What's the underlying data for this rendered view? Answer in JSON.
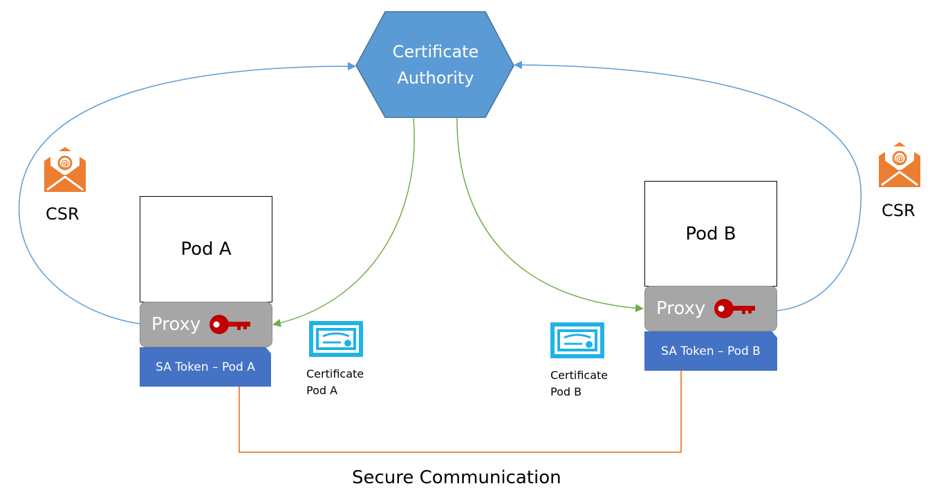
{
  "certificate_authority": {
    "line1": "Certificate",
    "line2": "Authority"
  },
  "pod_a": {
    "title": "Pod A",
    "proxy_label": "Proxy",
    "token_label": "SA Token – Pod A",
    "csr_label": "CSR",
    "certificate": {
      "line1": "Certificate",
      "line2": "Pod A"
    }
  },
  "pod_b": {
    "title": "Pod B",
    "proxy_label": "Proxy",
    "token_label": "SA Token – Pod B",
    "csr_label": "CSR",
    "certificate": {
      "line1": "Certificate",
      "line2": "Pod B"
    }
  },
  "secure_communication": "Secure Communication",
  "icons": {
    "csr": "email-envelope-icon",
    "key": "key-icon",
    "certificate": "certificate-icon"
  },
  "colors": {
    "ca_fill": "#5b9bd5",
    "csr_flow": "#5b9bd5",
    "cert_flow": "#70ad47",
    "secure_flow": "#ed7d31",
    "key": "#c00000",
    "envelope": "#ed7d31",
    "certificate_icon": "#1fb3e8",
    "token_fill": "#4472c4",
    "proxy_fill": "#a6a6a6"
  }
}
